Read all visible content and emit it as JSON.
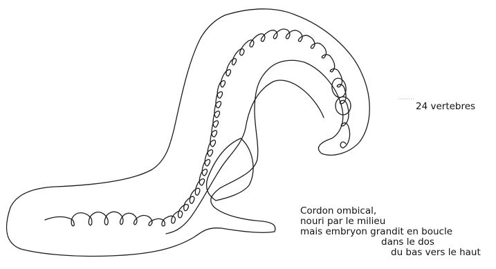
{
  "labels": {
    "vertebrae": "24 vertebres",
    "note_line1": "Cordon ombical,",
    "note_line2": "nouri par le milieu",
    "note_line3": "mais embryon grandit en boucle",
    "note_line4": "dans le dos",
    "note_line5": "du bas vers le haut"
  },
  "colors": {
    "stroke": "#1a1a1a",
    "dotted": "#999999",
    "text": "#111111"
  }
}
